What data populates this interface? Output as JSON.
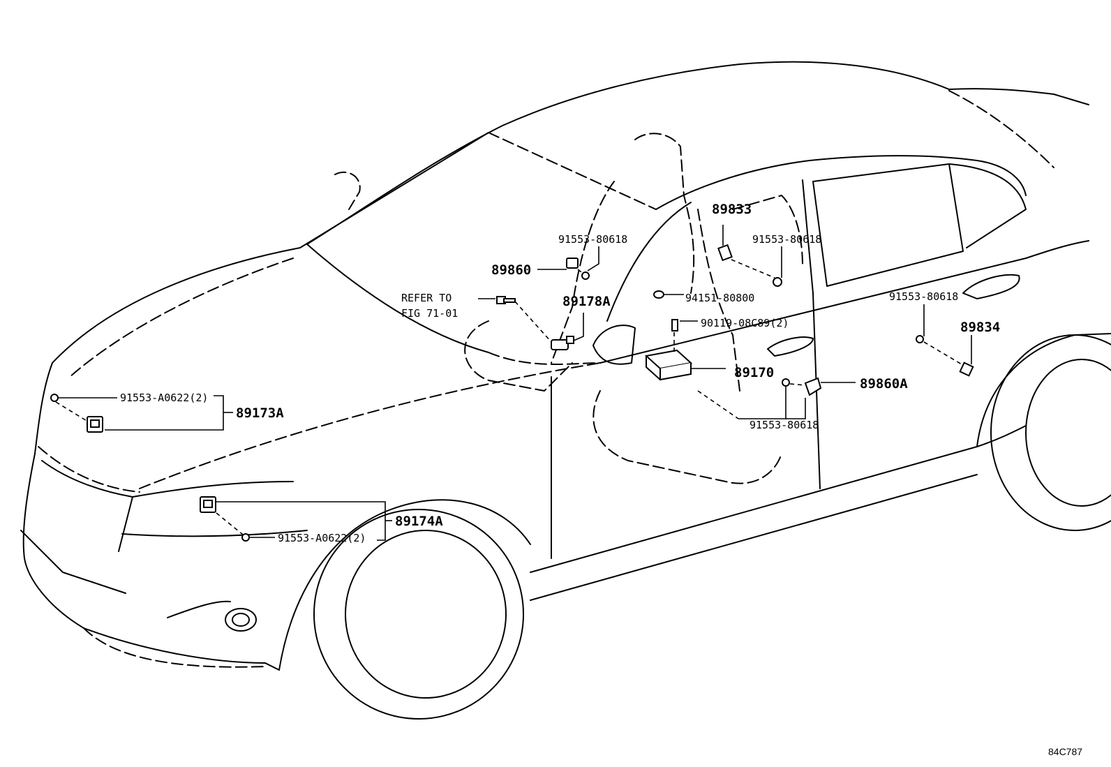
{
  "labels": {
    "p89833": "89833",
    "p91553_80618_a": "91553-80618",
    "p91553_80618_b": "91553-80618",
    "p91553_80618_c": "91553-80618",
    "p91553_80618_d": "91553-80618",
    "p89860": "89860",
    "refer_to_line1": "REFER TO",
    "refer_to_line2": "FIG 71-01",
    "p89178A": "89178A",
    "p94151_80800": "94151-80800",
    "p90119_08C89": "90119-08C89(2)",
    "p89170": "89170",
    "p89860A": "89860A",
    "p89834": "89834",
    "p91553_A0622_a": "91553-A0622(2)",
    "p89173A": "89173A",
    "p89174A": "89174A",
    "p91553_A0622_b": "91553-A0622(2)"
  },
  "diagram_code": "84C787"
}
